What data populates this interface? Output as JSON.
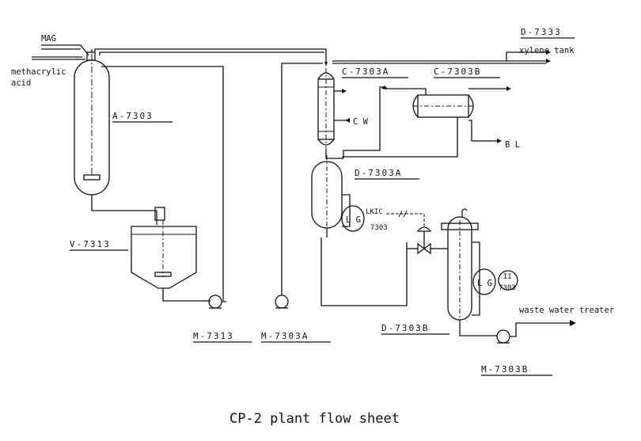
{
  "caption": "CP-2 plant flow sheet",
  "streams": {
    "mag": "MAG",
    "methacrylic_line1": "methacrylic",
    "methacrylic_line2": "acid",
    "cw": "C W",
    "bl": "B L",
    "xylene_tank": "xylene tank",
    "waste_water": "waste water treater"
  },
  "equipment": {
    "a_7303": "A-7303",
    "v_7313": "V-7313",
    "m_7313": "M-7313",
    "m_7303a": "M-7303A",
    "c_7303a": "C-7303A",
    "c_7303b": "C-7303B",
    "d_7303a": "D-7303A",
    "d_7303b": "D-7303B",
    "m_7303b": "M-7303B",
    "d_7333": "D-7333"
  },
  "instruments": {
    "lg": "L G",
    "lkic_tag": "LKIC",
    "lkic_num": "7303",
    "ii_tag": "II",
    "ii_num": "7303"
  }
}
